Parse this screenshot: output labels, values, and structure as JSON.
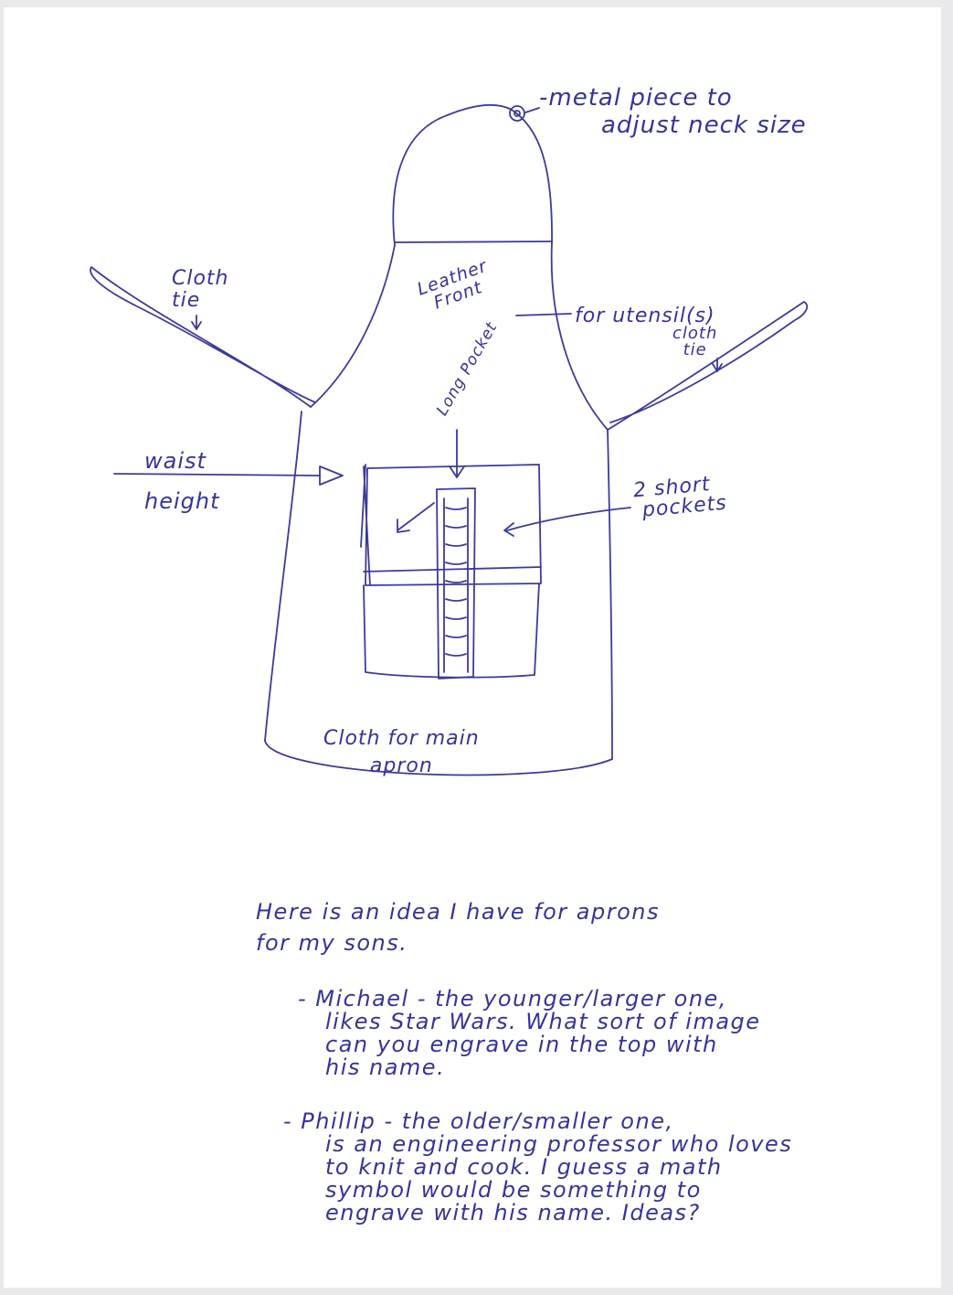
{
  "labels": {
    "metal_piece": [
      "-metal piece to",
      "adjust neck size"
    ],
    "cloth_tie_left": [
      "Cloth",
      "tie"
    ],
    "leather_front": [
      "Leather",
      "Front"
    ],
    "long_pocket": "Long Pocket",
    "for_utensils": "for utensil(s)",
    "cloth_tie_right": [
      "cloth",
      "tie"
    ],
    "waist_height": [
      "waist",
      "height"
    ],
    "short_pockets": [
      "2 short",
      "pockets"
    ],
    "main_apron": [
      "Cloth for main",
      "apron"
    ]
  },
  "note": {
    "intro": [
      "Here is an idea I have for aprons",
      "for my sons."
    ],
    "michael": [
      "- Michael - the younger/larger one,",
      "likes Star Wars. What sort of image",
      "can you engrave in the top with",
      "his name."
    ],
    "phillip": [
      "- Phillip - the older/smaller one,",
      "is an engineering professor who loves",
      "to knit and cook. I guess a math",
      "symbol would be something to",
      "engrave with his name. Ideas?"
    ]
  }
}
